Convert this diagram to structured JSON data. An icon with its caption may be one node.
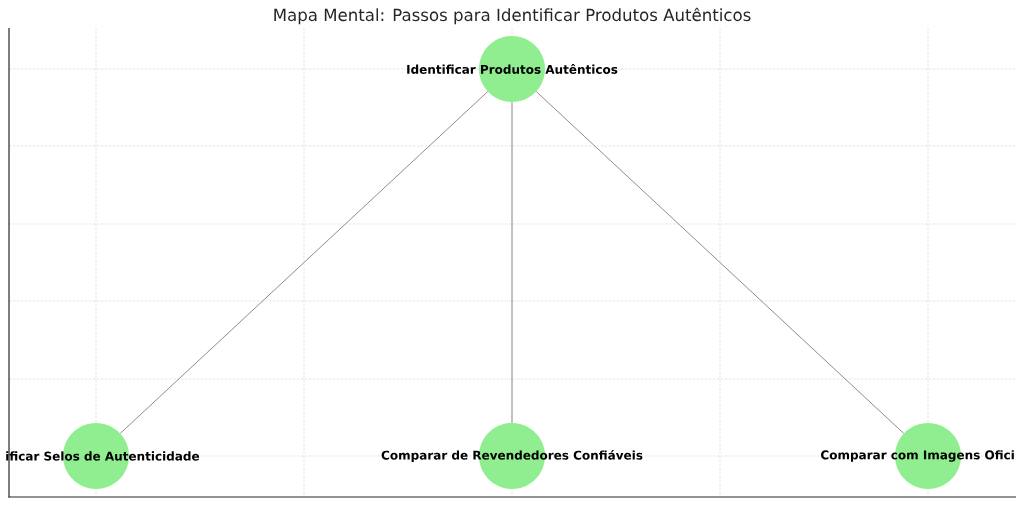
{
  "diagram": {
    "title": "Mapa Mental: Passos para Identificar Produtos Autênticos",
    "nodes": [
      {
        "text": [
          "Identificar Produtos Autênticos"
        ]
      },
      {
        "text": [
          "ificar Selos de Autenticidade"
        ]
      },
      {
        "text": [
          "Comparar de Revendedores Confiáveis"
        ]
      },
      {
        "text": [
          "Comparar com Imagens Ofici"
        ]
      }
    ],
    "edges": [
      {
        "from": 0,
        "to": 1,
        "arrow": "none"
      },
      {
        "from": 0,
        "to": 2,
        "arrow": "none"
      },
      {
        "from": 0,
        "to": 3,
        "arrow": "none"
      }
    ]
  }
}
